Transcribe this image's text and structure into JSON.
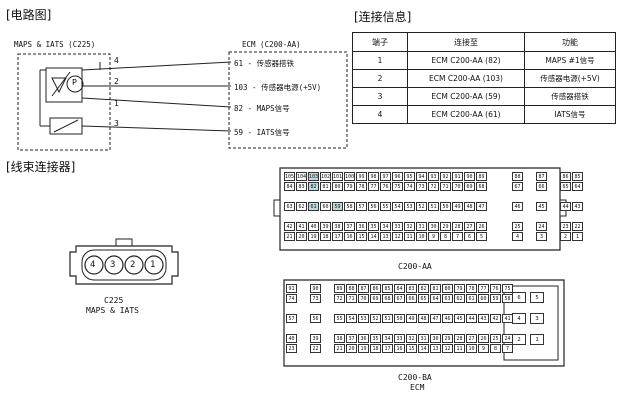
{
  "sections": {
    "circuit": "[电路图]",
    "connection_info": "[连接信息]",
    "harness": "[线束连接器]"
  },
  "circuit": {
    "sensor_name": "MAPS & IATS (C225)",
    "ecm_name": "ECM (C200-AA)",
    "p_label": "P",
    "wire_numbers": [
      "4",
      "2",
      "1",
      "3"
    ],
    "ecm_signals": [
      "61 - 传感器搭铁",
      "103 - 传感器电源(+5V)",
      "82 - MAPS信号",
      "59 - IATS信号"
    ]
  },
  "table": {
    "headers": [
      "端子",
      "连接至",
      "功能"
    ],
    "rows": [
      [
        "1",
        "ECM C200-AA (82)",
        "MAPS #1信号"
      ],
      [
        "2",
        "ECM C200-AA (103)",
        "传感器电源(+5V)"
      ],
      [
        "3",
        "ECM C200-AA (59)",
        "传感器搭铁"
      ],
      [
        "4",
        "ECM C200-AA (61)",
        "IATS信号"
      ]
    ]
  },
  "connector_c225": {
    "pins": [
      "4",
      "3",
      "2",
      "1"
    ],
    "caption_line1": "C225",
    "caption_line2": "MAPS & IATS"
  },
  "ecm_aa": {
    "caption": "C200-AA",
    "rows": [
      [
        "105",
        "104",
        "103",
        "102",
        "101",
        "100",
        "99",
        "98",
        "97",
        "96",
        "95",
        "94",
        "93",
        "92",
        "91",
        "90",
        "89",
        "",
        "",
        "88",
        "",
        "87",
        "",
        "86",
        "85"
      ],
      [
        "84",
        "83",
        "82",
        "81",
        "80",
        "79",
        "78",
        "77",
        "76",
        "75",
        "74",
        "73",
        "72",
        "71",
        "70",
        "69",
        "68",
        "",
        "",
        "67",
        "",
        "66",
        "",
        "65",
        "64"
      ],
      [
        "",
        "",
        "",
        "",
        "",
        "",
        "",
        "",
        "",
        "",
        "",
        "",
        "",
        "",
        "",
        "",
        "",
        "",
        "",
        "",
        "",
        "",
        "",
        "",
        ""
      ],
      [
        "63",
        "62",
        "61",
        "60",
        "59",
        "58",
        "57",
        "56",
        "55",
        "54",
        "53",
        "52",
        "51",
        "50",
        "49",
        "48",
        "47",
        "",
        "",
        "46",
        "",
        "45",
        "",
        "44",
        "43"
      ],
      [
        "",
        "",
        "",
        "",
        "",
        "",
        "",
        "",
        "",
        "",
        "",
        "",
        "",
        "",
        "",
        "",
        "",
        "",
        "",
        "",
        "",
        "",
        "",
        "",
        ""
      ],
      [
        "42",
        "41",
        "40",
        "39",
        "38",
        "37",
        "36",
        "35",
        "34",
        "33",
        "32",
        "31",
        "30",
        "29",
        "28",
        "27",
        "26",
        "",
        "",
        "25",
        "",
        "24",
        "",
        "23",
        "22"
      ],
      [
        "21",
        "20",
        "19",
        "18",
        "17",
        "16",
        "15",
        "14",
        "13",
        "12",
        "11",
        "10",
        "9",
        "8",
        "7",
        "6",
        "5",
        "",
        "",
        "4",
        "",
        "3",
        "",
        "2",
        "1"
      ]
    ],
    "highlight": [
      "103",
      "82",
      "61",
      "59"
    ]
  },
  "ecm_ba": {
    "caption_line1": "C200-BA",
    "caption_line2": "ECM",
    "rows": [
      [
        "91",
        "",
        "90",
        "",
        "89",
        "88",
        "87",
        "86",
        "85",
        "84",
        "83",
        "82",
        "81",
        "80",
        "79",
        "78",
        "77",
        "76",
        "75"
      ],
      [
        "74",
        "",
        "73",
        "",
        "72",
        "71",
        "70",
        "69",
        "68",
        "67",
        "66",
        "65",
        "64",
        "63",
        "62",
        "61",
        "60",
        "59",
        "58"
      ],
      [
        "",
        "",
        "",
        "",
        "",
        "",
        "",
        "",
        "",
        "",
        "",
        "",
        "",
        "",
        "",
        "",
        "",
        "",
        ""
      ],
      [
        "57",
        "",
        "56",
        "",
        "55",
        "54",
        "53",
        "52",
        "51",
        "50",
        "49",
        "48",
        "47",
        "46",
        "45",
        "44",
        "43",
        "42",
        "41"
      ],
      [
        "",
        "",
        "",
        "",
        "",
        "",
        "",
        "",
        "",
        "",
        "",
        "",
        "",
        "",
        "",
        "",
        "",
        "",
        ""
      ],
      [
        "40",
        "",
        "39",
        "",
        "38",
        "37",
        "36",
        "35",
        "34",
        "33",
        "32",
        "31",
        "30",
        "29",
        "28",
        "27",
        "26",
        "25",
        "24"
      ],
      [
        "23",
        "",
        "22",
        "",
        "21",
        "20",
        "19",
        "18",
        "17",
        "16",
        "15",
        "14",
        "13",
        "12",
        "11",
        "10",
        "9",
        "8",
        "7"
      ]
    ],
    "side_pins": [
      [
        "6",
        "5"
      ],
      [
        "4",
        "3"
      ],
      [
        "2",
        "1"
      ]
    ]
  }
}
